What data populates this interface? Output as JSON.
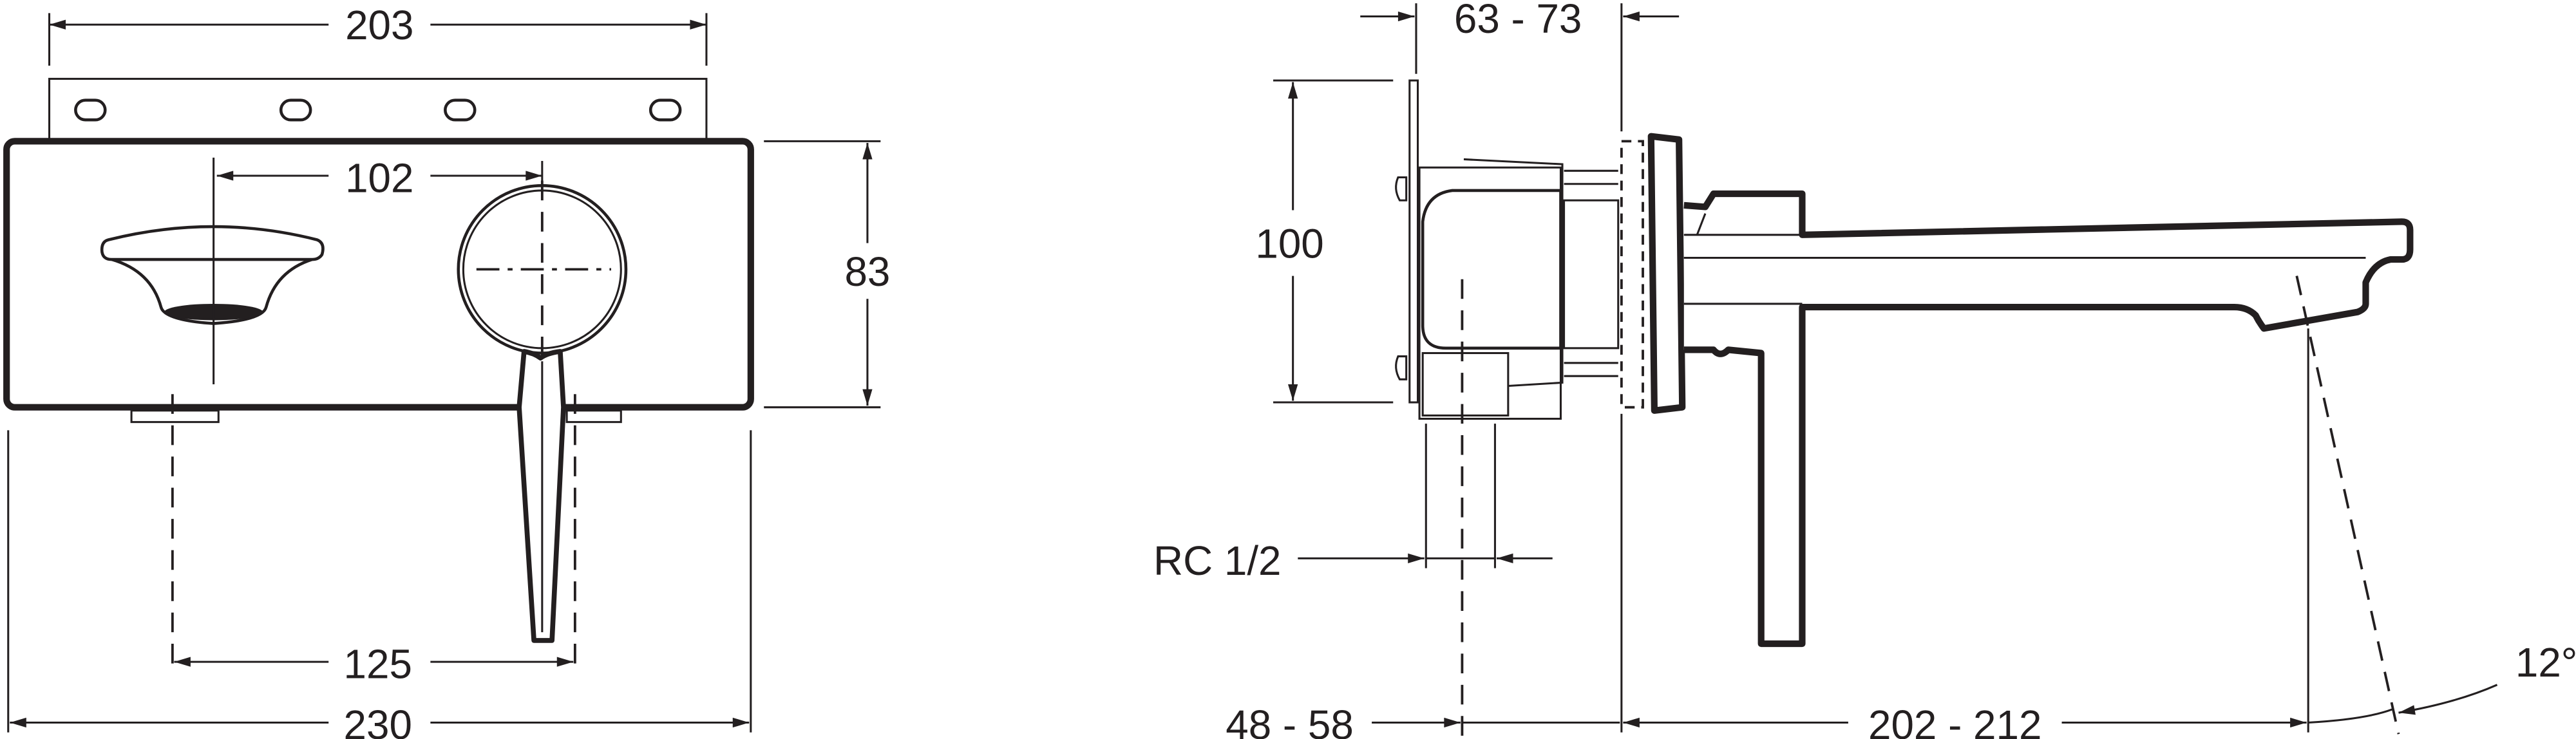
{
  "drawing": {
    "front_view": {
      "backplate_width": "203",
      "spout_to_handle": "102",
      "body_height": "83",
      "pipe_spacing": "125",
      "overall_width": "230"
    },
    "side_view": {
      "wall_depth": "63 - 73",
      "box_height": "100",
      "connection": "RC 1/2",
      "pipe_depth": "48 - 58",
      "projection": "202 - 212",
      "spray_angle": "12°"
    },
    "colors": {
      "line": "#231f20",
      "background": "#ffffff"
    }
  }
}
